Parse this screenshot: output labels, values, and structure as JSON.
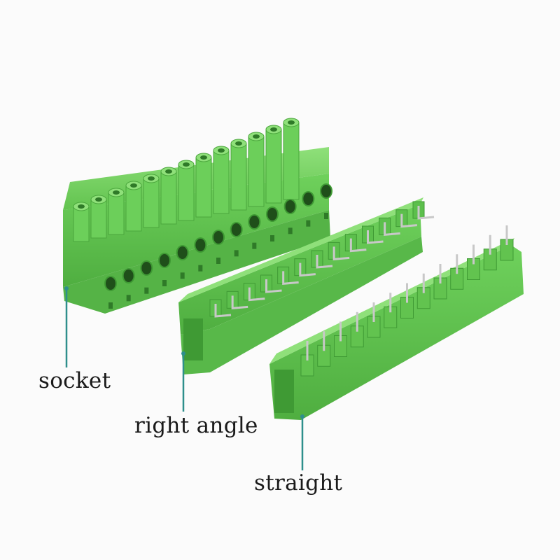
{
  "labels": {
    "socket": "socket",
    "right_angle": "right angle",
    "straight": "straight"
  },
  "colors": {
    "connector_green": "#6ccf5a",
    "connector_dark": "#3f9a34",
    "pin_metal": "#c8c8c8",
    "leader_line": "#2e8f8c"
  },
  "items": {
    "socket_positions": 13,
    "right_angle_pins": 13,
    "straight_pins": 13
  }
}
